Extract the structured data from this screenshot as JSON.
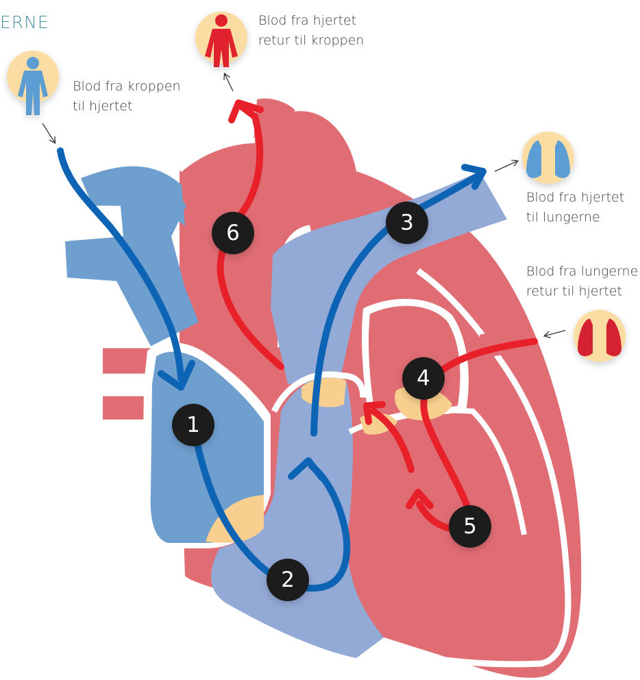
{
  "title": "ERNE",
  "labels": {
    "body_to_heart": [
      "Blod fra kroppen",
      "til hjertet"
    ],
    "heart_to_body": [
      "Blod fra hjertet",
      "retur til kroppen"
    ],
    "heart_to_lungs": [
      "Blod fra hjertet",
      "til lungerne"
    ],
    "lungs_to_heart": [
      "Blod fra lungerne",
      "retur til hjertet"
    ]
  },
  "steps": [
    "1",
    "2",
    "3",
    "4",
    "5",
    "6"
  ],
  "colors": {
    "deoxygenated_blue": "#0d64b4",
    "oxygenated_red": "#e8202a",
    "heart_red": "#e06c74",
    "heart_blue": "#93a9d6",
    "atrium_blue": "#6f9fcf",
    "valve": "#f8cf8e",
    "icon_circle": "#fbdca3",
    "badge": "#1e1e1e"
  },
  "icons": [
    "blue-body-icon",
    "red-body-icon",
    "blue-lungs-icon",
    "red-lungs-icon"
  ]
}
